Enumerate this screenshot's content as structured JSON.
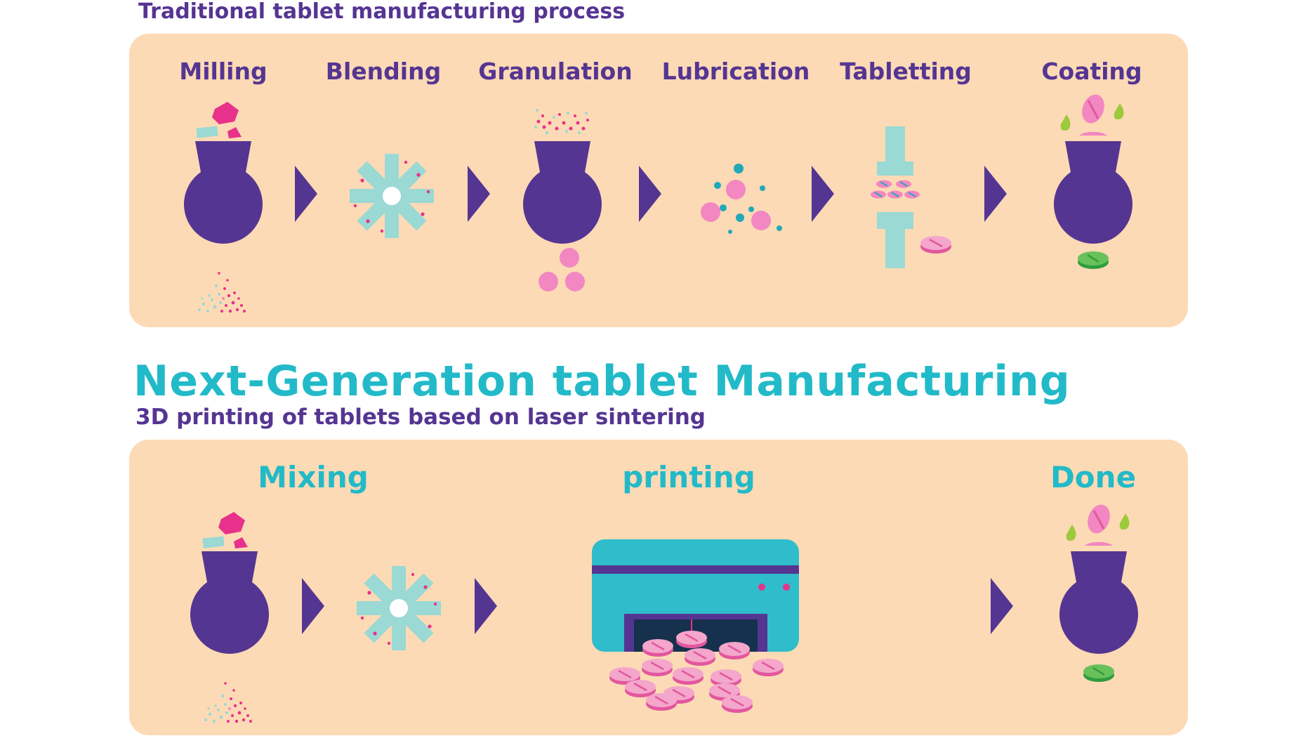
{
  "traditional": {
    "title": "Traditional tablet manufacturing process",
    "steps": [
      "Milling",
      "Blending",
      "Granulation",
      "Lubrication",
      "Tabletting",
      "Coating"
    ]
  },
  "next_generation": {
    "title": "Next-Generation tablet Manufacturing",
    "subtitle": "3D printing of tablets based on laser sintering",
    "steps": [
      "Mixing",
      "printing",
      "Done"
    ]
  },
  "colors": {
    "purple": "#553592",
    "teal": "#22bac8",
    "panel": "#fcdab5",
    "pink": "#f287c2",
    "magenta": "#e8318a",
    "mint": "#9ad9d4",
    "green": "#3db449"
  }
}
